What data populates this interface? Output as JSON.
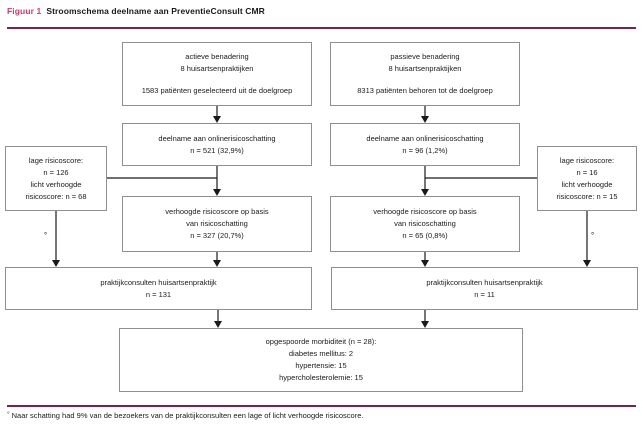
{
  "title": {
    "prefix": "Figuur 1",
    "text": "Stroomschema deelname aan PreventieConsult CMR"
  },
  "colors": {
    "accent_pink": "#d93668",
    "rule_maroon": "#7b2150",
    "box_border": "#8f8f8f",
    "line_black": "#1a1a1a"
  },
  "boxes": {
    "active": {
      "line1": "actieve benadering",
      "line2": "8 huisartsenpraktijken",
      "line3": "1583 patiënten geselecteerd uit de doelgroep"
    },
    "passive": {
      "line1": "passieve benadering",
      "line2": "8 huisartsenpraktijken",
      "line3": "8313 patiënten behoren tot de doelgroep"
    },
    "deelname_left": {
      "line1": "deelname aan onlinerisicoschatting",
      "line2": "n = 521 (32,9%)"
    },
    "deelname_right": {
      "line1": "deelname aan onlinerisicoschatting",
      "line2": "n = 96 (1,2%)"
    },
    "lage_left": {
      "line1": "lage risicoscore:",
      "line2": "n = 126",
      "line3": "licht verhoogde",
      "line4": "risicoscore: n = 68"
    },
    "lage_right": {
      "line1": "lage risicoscore:",
      "line2": "n = 16",
      "line3": "licht verhoogde",
      "line4": "risicoscore: n = 15"
    },
    "verhoogd_left": {
      "line1": "verhoogde risicoscore op basis",
      "line2": "van risicoschatting",
      "line3": "n = 327 (20,7%)"
    },
    "verhoogd_right": {
      "line1": "verhoogde risicoscore op basis",
      "line2": "van risicoschatting",
      "line3": "n = 65 (0,8%)"
    },
    "praktijk_left": {
      "line1": "praktijkconsulten huisartsenpraktijk",
      "line2": "n = 131"
    },
    "praktijk_right": {
      "line1": "praktijkconsulten huisartsenpraktijk",
      "line2": "n = 11"
    },
    "morbiditeit": {
      "line1": "opgespoorde morbiditeit (n = 28):",
      "line2": "diabetes mellitus: 2",
      "line3": "hypertensie: 15",
      "line4": "hypercholesterolemie: 15"
    }
  },
  "footnote": {
    "marker": "°",
    "text": "Naar schatting had 9% van de bezoekers van de praktijkconsulten een lage of licht verhoogde risicoscore."
  }
}
